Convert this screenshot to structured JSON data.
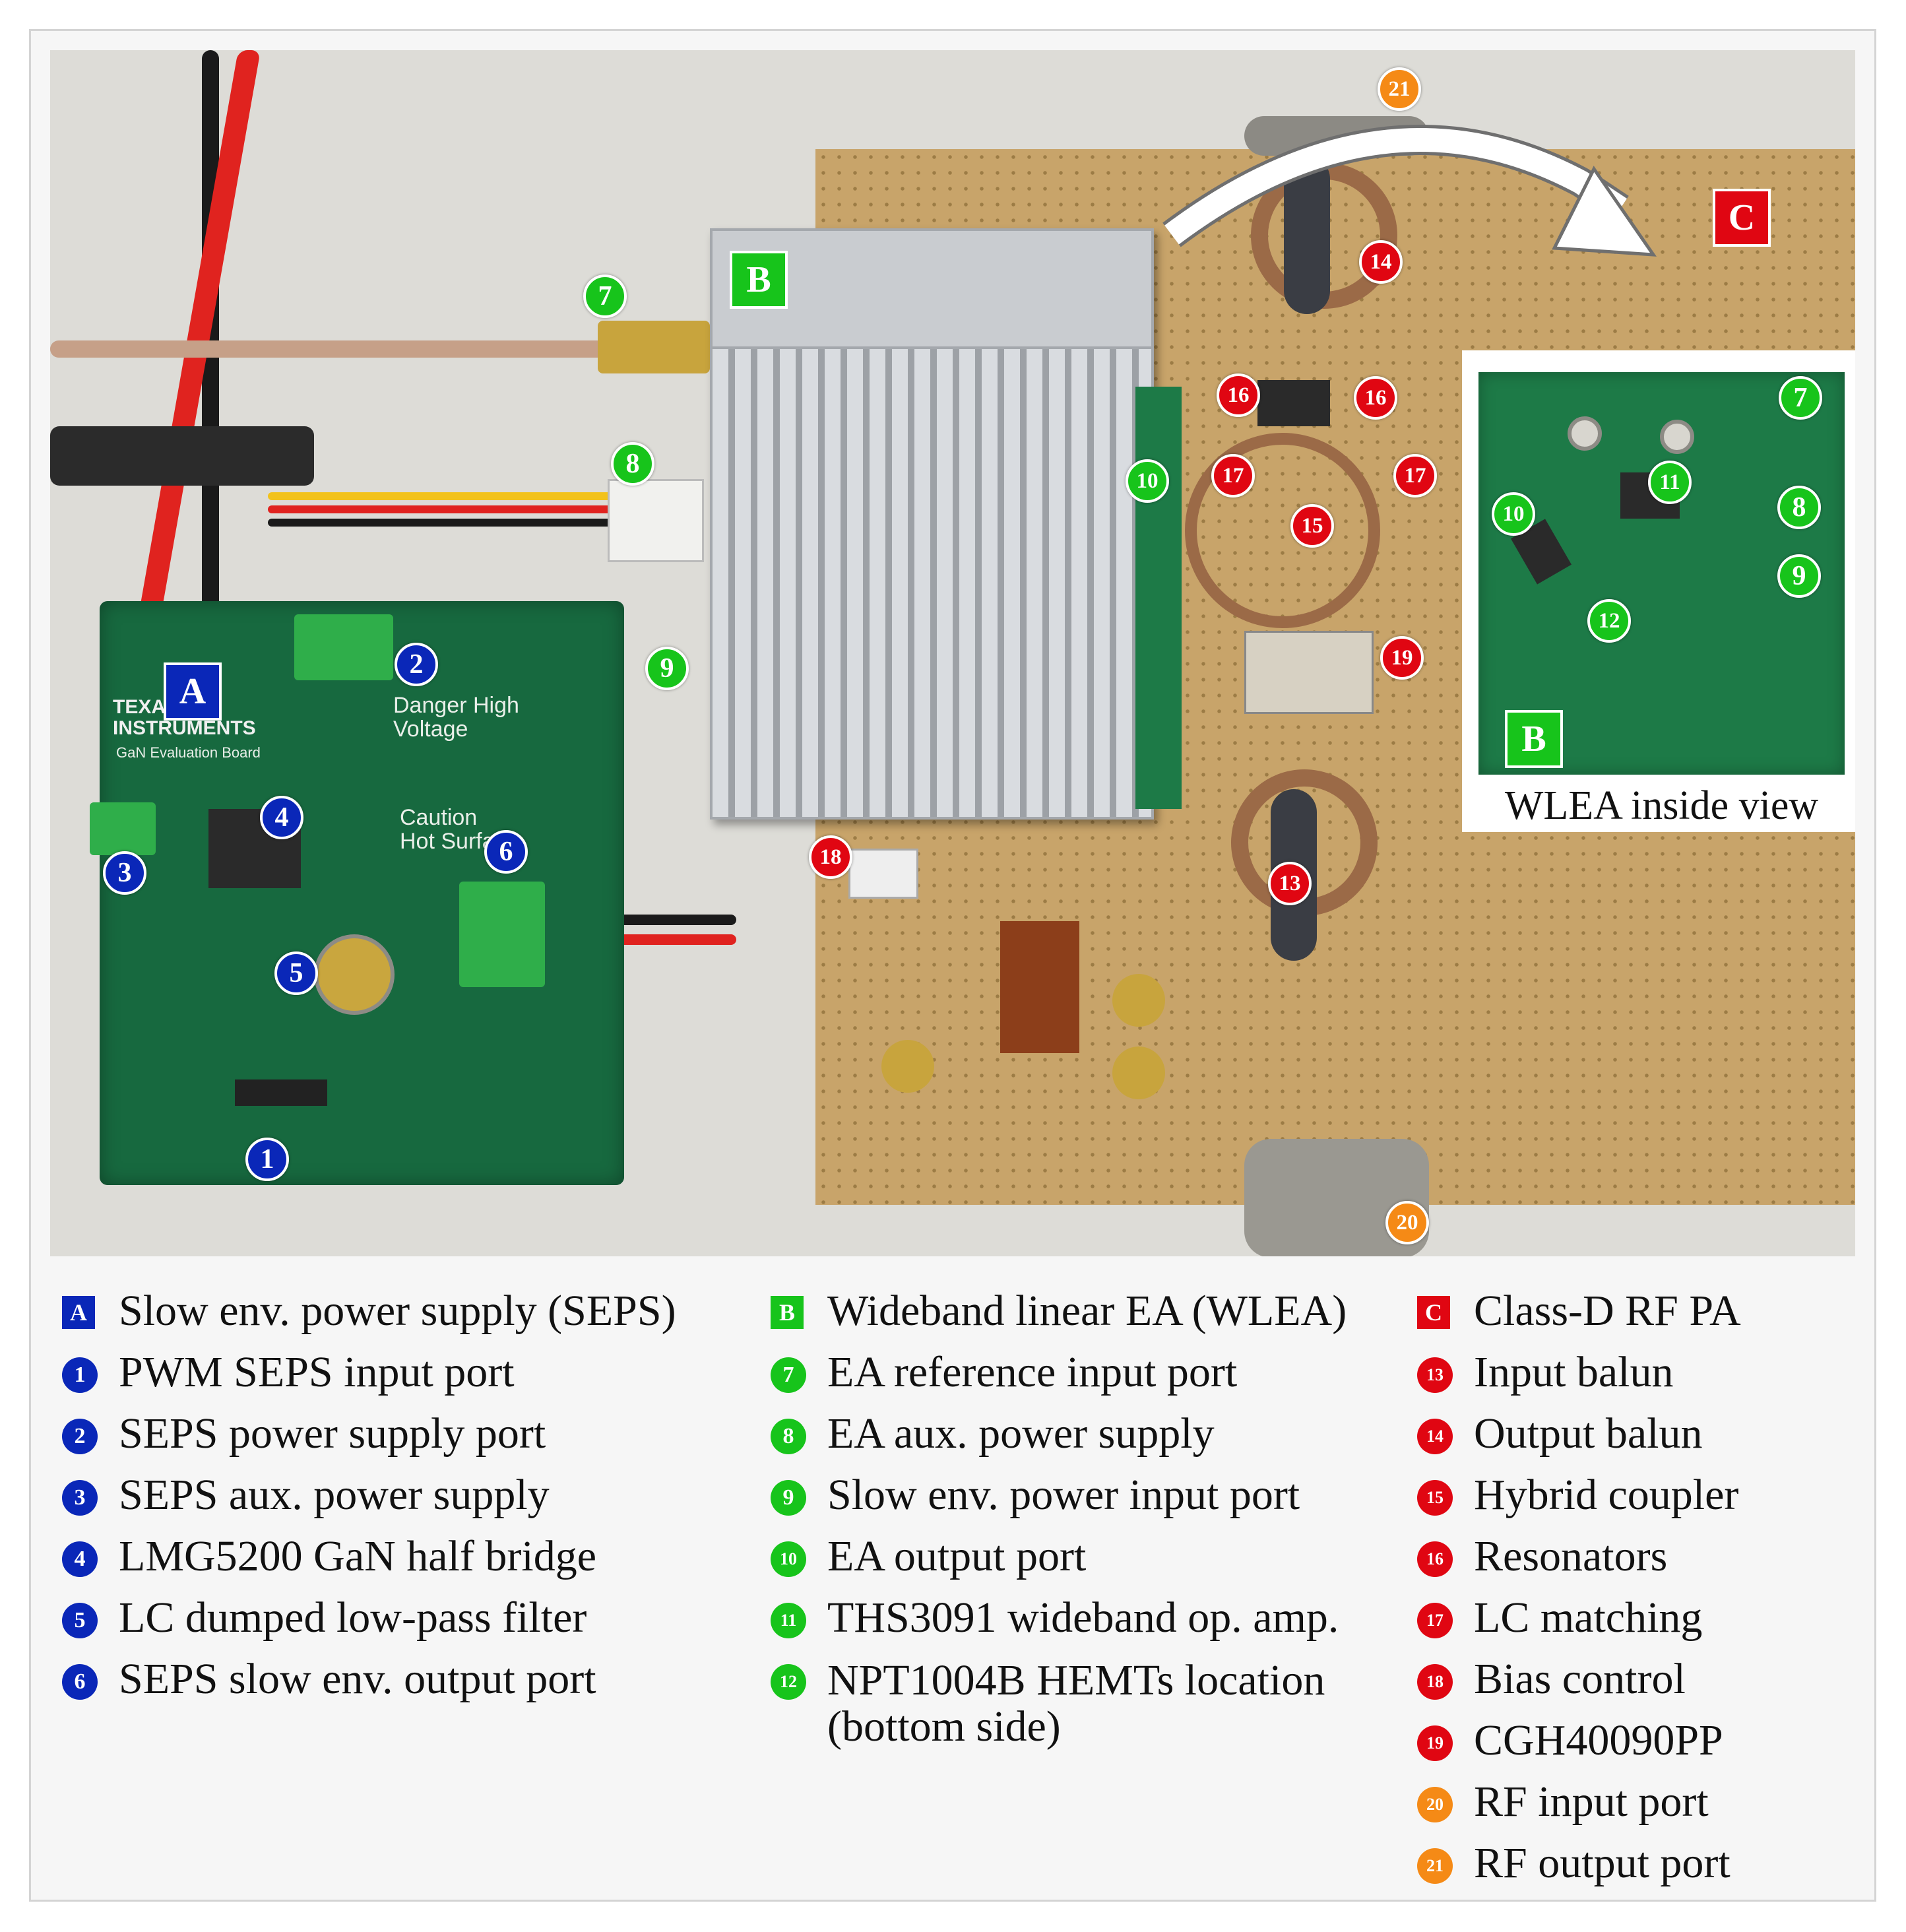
{
  "photo": {
    "board_texts": {
      "ti_logo": "TEXAS\nINSTRUMENTS",
      "board_name": "GaN Evaluation Board",
      "danger": "Danger High\nVoltage",
      "caution": "Caution\nHot Surface"
    },
    "markers": [
      {
        "id": "A",
        "label": "A",
        "color": "#0a27b8",
        "shape": "square"
      },
      {
        "id": "B",
        "label": "B",
        "color": "#17c41b",
        "shape": "square"
      },
      {
        "id": "C",
        "label": "C",
        "color": "#e00612",
        "shape": "square"
      },
      {
        "id": "B-inset",
        "label": "B",
        "color": "#17c41b",
        "shape": "square"
      },
      {
        "id": "1",
        "label": "1",
        "color": "#0a27b8"
      },
      {
        "id": "2",
        "label": "2",
        "color": "#0a27b8"
      },
      {
        "id": "3",
        "label": "3",
        "color": "#0a27b8"
      },
      {
        "id": "4",
        "label": "4",
        "color": "#0a27b8"
      },
      {
        "id": "5",
        "label": "5",
        "color": "#0a27b8"
      },
      {
        "id": "6",
        "label": "6",
        "color": "#0a27b8"
      },
      {
        "id": "7",
        "label": "7",
        "color": "#17c41b"
      },
      {
        "id": "7-inset",
        "label": "7",
        "color": "#17c41b"
      },
      {
        "id": "8",
        "label": "8",
        "color": "#17c41b"
      },
      {
        "id": "8-inset",
        "label": "8",
        "color": "#17c41b"
      },
      {
        "id": "9",
        "label": "9",
        "color": "#17c41b"
      },
      {
        "id": "9-inset",
        "label": "9",
        "color": "#17c41b"
      },
      {
        "id": "10",
        "label": "10",
        "color": "#17c41b"
      },
      {
        "id": "10-inset",
        "label": "10",
        "color": "#17c41b"
      },
      {
        "id": "11",
        "label": "11",
        "color": "#17c41b"
      },
      {
        "id": "12",
        "label": "12",
        "color": "#17c41b"
      },
      {
        "id": "13",
        "label": "13",
        "color": "#e00612"
      },
      {
        "id": "14",
        "label": "14",
        "color": "#e00612"
      },
      {
        "id": "15",
        "label": "15",
        "color": "#e00612"
      },
      {
        "id": "16a",
        "label": "16",
        "color": "#e00612"
      },
      {
        "id": "16b",
        "label": "16",
        "color": "#e00612"
      },
      {
        "id": "17a",
        "label": "17",
        "color": "#e00612"
      },
      {
        "id": "17b",
        "label": "17",
        "color": "#e00612"
      },
      {
        "id": "18",
        "label": "18",
        "color": "#e00612"
      },
      {
        "id": "19",
        "label": "19",
        "color": "#e00612"
      },
      {
        "id": "20",
        "label": "20",
        "color": "#f58a16"
      },
      {
        "id": "21",
        "label": "21",
        "color": "#f58a16"
      }
    ],
    "inset_caption": "WLEA inside view"
  },
  "legend": {
    "col1": [
      {
        "badge": "A",
        "shape": "square",
        "color": "#0a27b8",
        "text": "Slow env. power supply (SEPS)"
      },
      {
        "badge": "1",
        "color": "#0a27b8",
        "text": "PWM SEPS input port"
      },
      {
        "badge": "2",
        "color": "#0a27b8",
        "text": "SEPS power supply port"
      },
      {
        "badge": "3",
        "color": "#0a27b8",
        "text": "SEPS aux. power supply"
      },
      {
        "badge": "4",
        "color": "#0a27b8",
        "text": "LMG5200 GaN half bridge"
      },
      {
        "badge": "5",
        "color": "#0a27b8",
        "text": "LC dumped low-pass filter"
      },
      {
        "badge": "6",
        "color": "#0a27b8",
        "text": "SEPS slow env. output port"
      }
    ],
    "col2": [
      {
        "badge": "B",
        "shape": "square",
        "color": "#17c41b",
        "text": "Wideband linear EA (WLEA)"
      },
      {
        "badge": "7",
        "color": "#17c41b",
        "text": "EA reference input port"
      },
      {
        "badge": "8",
        "color": "#17c41b",
        "text": "EA aux. power supply"
      },
      {
        "badge": "9",
        "color": "#17c41b",
        "text": "Slow env. power input port"
      },
      {
        "badge": "10",
        "color": "#17c41b",
        "text": "EA output port"
      },
      {
        "badge": "11",
        "color": "#17c41b",
        "text": "THS3091 wideband op. amp."
      },
      {
        "badge": "12",
        "color": "#17c41b",
        "text": "NPT1004B HEMTs location (bottom side)"
      }
    ],
    "col3": [
      {
        "badge": "C",
        "shape": "square",
        "color": "#e00612",
        "text": "Class-D RF PA"
      },
      {
        "badge": "13",
        "color": "#e00612",
        "text": "Input balun"
      },
      {
        "badge": "14",
        "color": "#e00612",
        "text": "Output balun"
      },
      {
        "badge": "15",
        "color": "#e00612",
        "text": "Hybrid coupler"
      },
      {
        "badge": "16",
        "color": "#e00612",
        "text": "Resonators"
      },
      {
        "badge": "17",
        "color": "#e00612",
        "text": "LC matching"
      },
      {
        "badge": "18",
        "color": "#e00612",
        "text": "Bias control"
      },
      {
        "badge": "19",
        "color": "#e00612",
        "text": "CGH40090PP"
      },
      {
        "badge": "20",
        "color": "#f58a16",
        "text": "RF input port"
      },
      {
        "badge": "21",
        "color": "#f58a16",
        "text": "RF output port"
      }
    ]
  }
}
